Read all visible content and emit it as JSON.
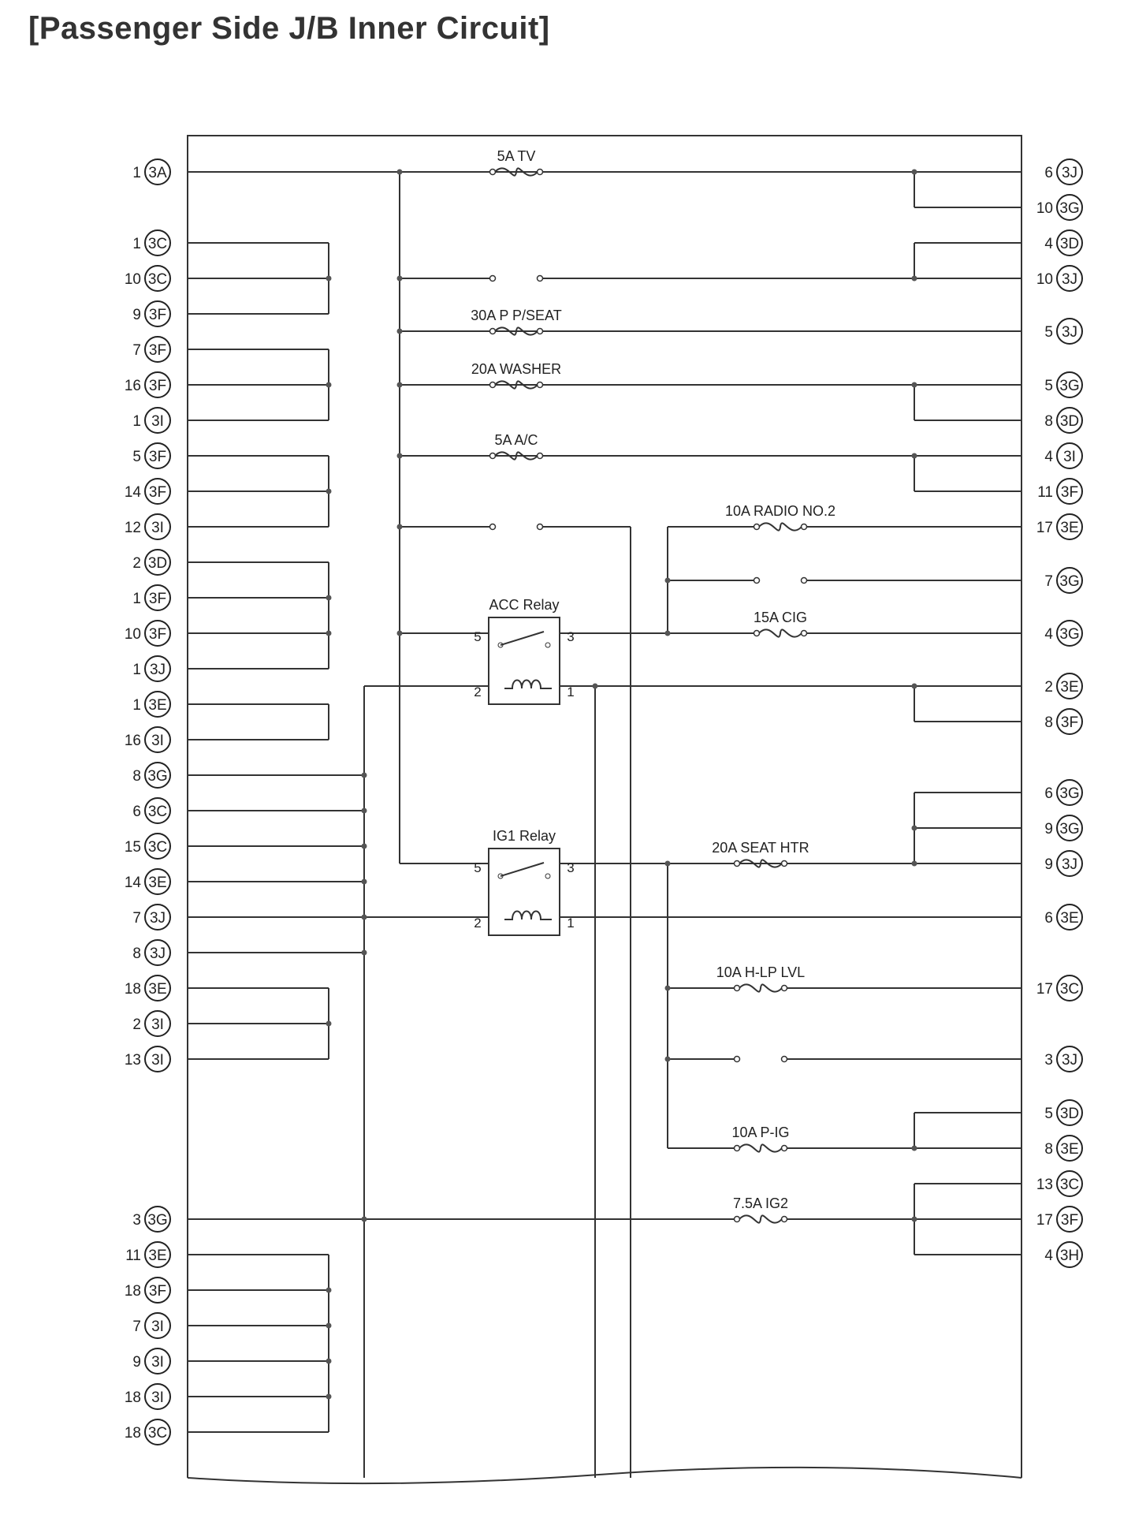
{
  "title": "[Passenger Side J/B Inner Circuit]",
  "left_terminals": [
    {
      "num": "1",
      "conn": "3A"
    },
    {
      "num": "1",
      "conn": "3C"
    },
    {
      "num": "10",
      "conn": "3C"
    },
    {
      "num": "9",
      "conn": "3F"
    },
    {
      "num": "7",
      "conn": "3F"
    },
    {
      "num": "16",
      "conn": "3F"
    },
    {
      "num": "1",
      "conn": "3I"
    },
    {
      "num": "5",
      "conn": "3F"
    },
    {
      "num": "14",
      "conn": "3F"
    },
    {
      "num": "12",
      "conn": "3I"
    },
    {
      "num": "2",
      "conn": "3D"
    },
    {
      "num": "1",
      "conn": "3F"
    },
    {
      "num": "10",
      "conn": "3F"
    },
    {
      "num": "1",
      "conn": "3J"
    },
    {
      "num": "1",
      "conn": "3E"
    },
    {
      "num": "16",
      "conn": "3I"
    },
    {
      "num": "8",
      "conn": "3G"
    },
    {
      "num": "6",
      "conn": "3C"
    },
    {
      "num": "15",
      "conn": "3C"
    },
    {
      "num": "14",
      "conn": "3E"
    },
    {
      "num": "7",
      "conn": "3J"
    },
    {
      "num": "8",
      "conn": "3J"
    },
    {
      "num": "18",
      "conn": "3E"
    },
    {
      "num": "2",
      "conn": "3I"
    },
    {
      "num": "13",
      "conn": "3I"
    },
    {
      "num": "3",
      "conn": "3G"
    },
    {
      "num": "11",
      "conn": "3E"
    },
    {
      "num": "18",
      "conn": "3F"
    },
    {
      "num": "7",
      "conn": "3I"
    },
    {
      "num": "9",
      "conn": "3I"
    },
    {
      "num": "18",
      "conn": "3I"
    },
    {
      "num": "18",
      "conn": "3C"
    }
  ],
  "right_terminals": [
    {
      "num": "6",
      "conn": "3J"
    },
    {
      "num": "10",
      "conn": "3G"
    },
    {
      "num": "4",
      "conn": "3D"
    },
    {
      "num": "10",
      "conn": "3J"
    },
    {
      "num": "5",
      "conn": "3J"
    },
    {
      "num": "5",
      "conn": "3G"
    },
    {
      "num": "8",
      "conn": "3D"
    },
    {
      "num": "4",
      "conn": "3I"
    },
    {
      "num": "11",
      "conn": "3F"
    },
    {
      "num": "17",
      "conn": "3E"
    },
    {
      "num": "7",
      "conn": "3G"
    },
    {
      "num": "4",
      "conn": "3G"
    },
    {
      "num": "2",
      "conn": "3E"
    },
    {
      "num": "8",
      "conn": "3F"
    },
    {
      "num": "6",
      "conn": "3G"
    },
    {
      "num": "9",
      "conn": "3G"
    },
    {
      "num": "9",
      "conn": "3J"
    },
    {
      "num": "6",
      "conn": "3E"
    },
    {
      "num": "17",
      "conn": "3C"
    },
    {
      "num": "3",
      "conn": "3J"
    },
    {
      "num": "5",
      "conn": "3D"
    },
    {
      "num": "8",
      "conn": "3E"
    },
    {
      "num": "13",
      "conn": "3C"
    },
    {
      "num": "17",
      "conn": "3F"
    },
    {
      "num": "4",
      "conn": "3H"
    }
  ],
  "fuses": [
    "5A TV",
    "30A P P/SEAT",
    "20A WASHER",
    "5A A/C",
    "10A RADIO NO.2",
    "15A CIG",
    "20A SEAT HTR",
    "10A H-LP LVL",
    "10A P-IG",
    "7.5A IG2"
  ],
  "relays": [
    {
      "name": "ACC Relay",
      "pins": [
        "5",
        "3",
        "2",
        "1"
      ]
    },
    {
      "name": "IG1 Relay",
      "pins": [
        "5",
        "3",
        "2",
        "1"
      ]
    }
  ]
}
